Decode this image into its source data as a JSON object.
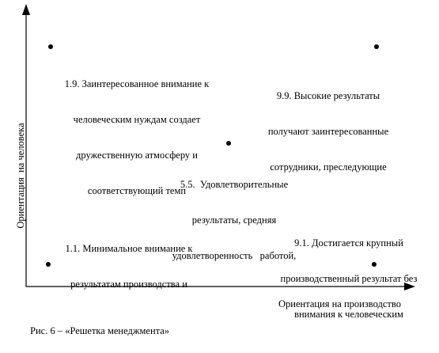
{
  "diagram": {
    "y_axis_label": "Ориентация  на человека",
    "x_axis_label": "Ориентация на производство",
    "caption": "Рис. 6 – «Решетка менеджмента»",
    "cells": [
      {
        "id": "1-9",
        "lines": [
          "1.9. Заинтересованное внимание к",
          "человеческим нуждам создает",
          "дружественную атмосферу и",
          "соответствующий темп"
        ]
      },
      {
        "id": "9-9",
        "lines": [
          "9.9. Высокие результаты",
          "получают заинтересованные",
          "сотрудники, преследующие"
        ]
      },
      {
        "id": "5-5",
        "lines": [
          "5.5.  Удовлетворительные",
          "результаты, средняя",
          "удовлетворенность   работой,"
        ]
      },
      {
        "id": "1-1",
        "lines": [
          "1.1. Минимальное внимание к",
          "результатам производства и"
        ]
      },
      {
        "id": "9-1",
        "lines": [
          "9.1. Достигается крупный",
          "производственный результат без",
          "внимания к человеческим"
        ]
      }
    ],
    "colors": {
      "ink": "#000000",
      "background": "#ffffff"
    }
  }
}
